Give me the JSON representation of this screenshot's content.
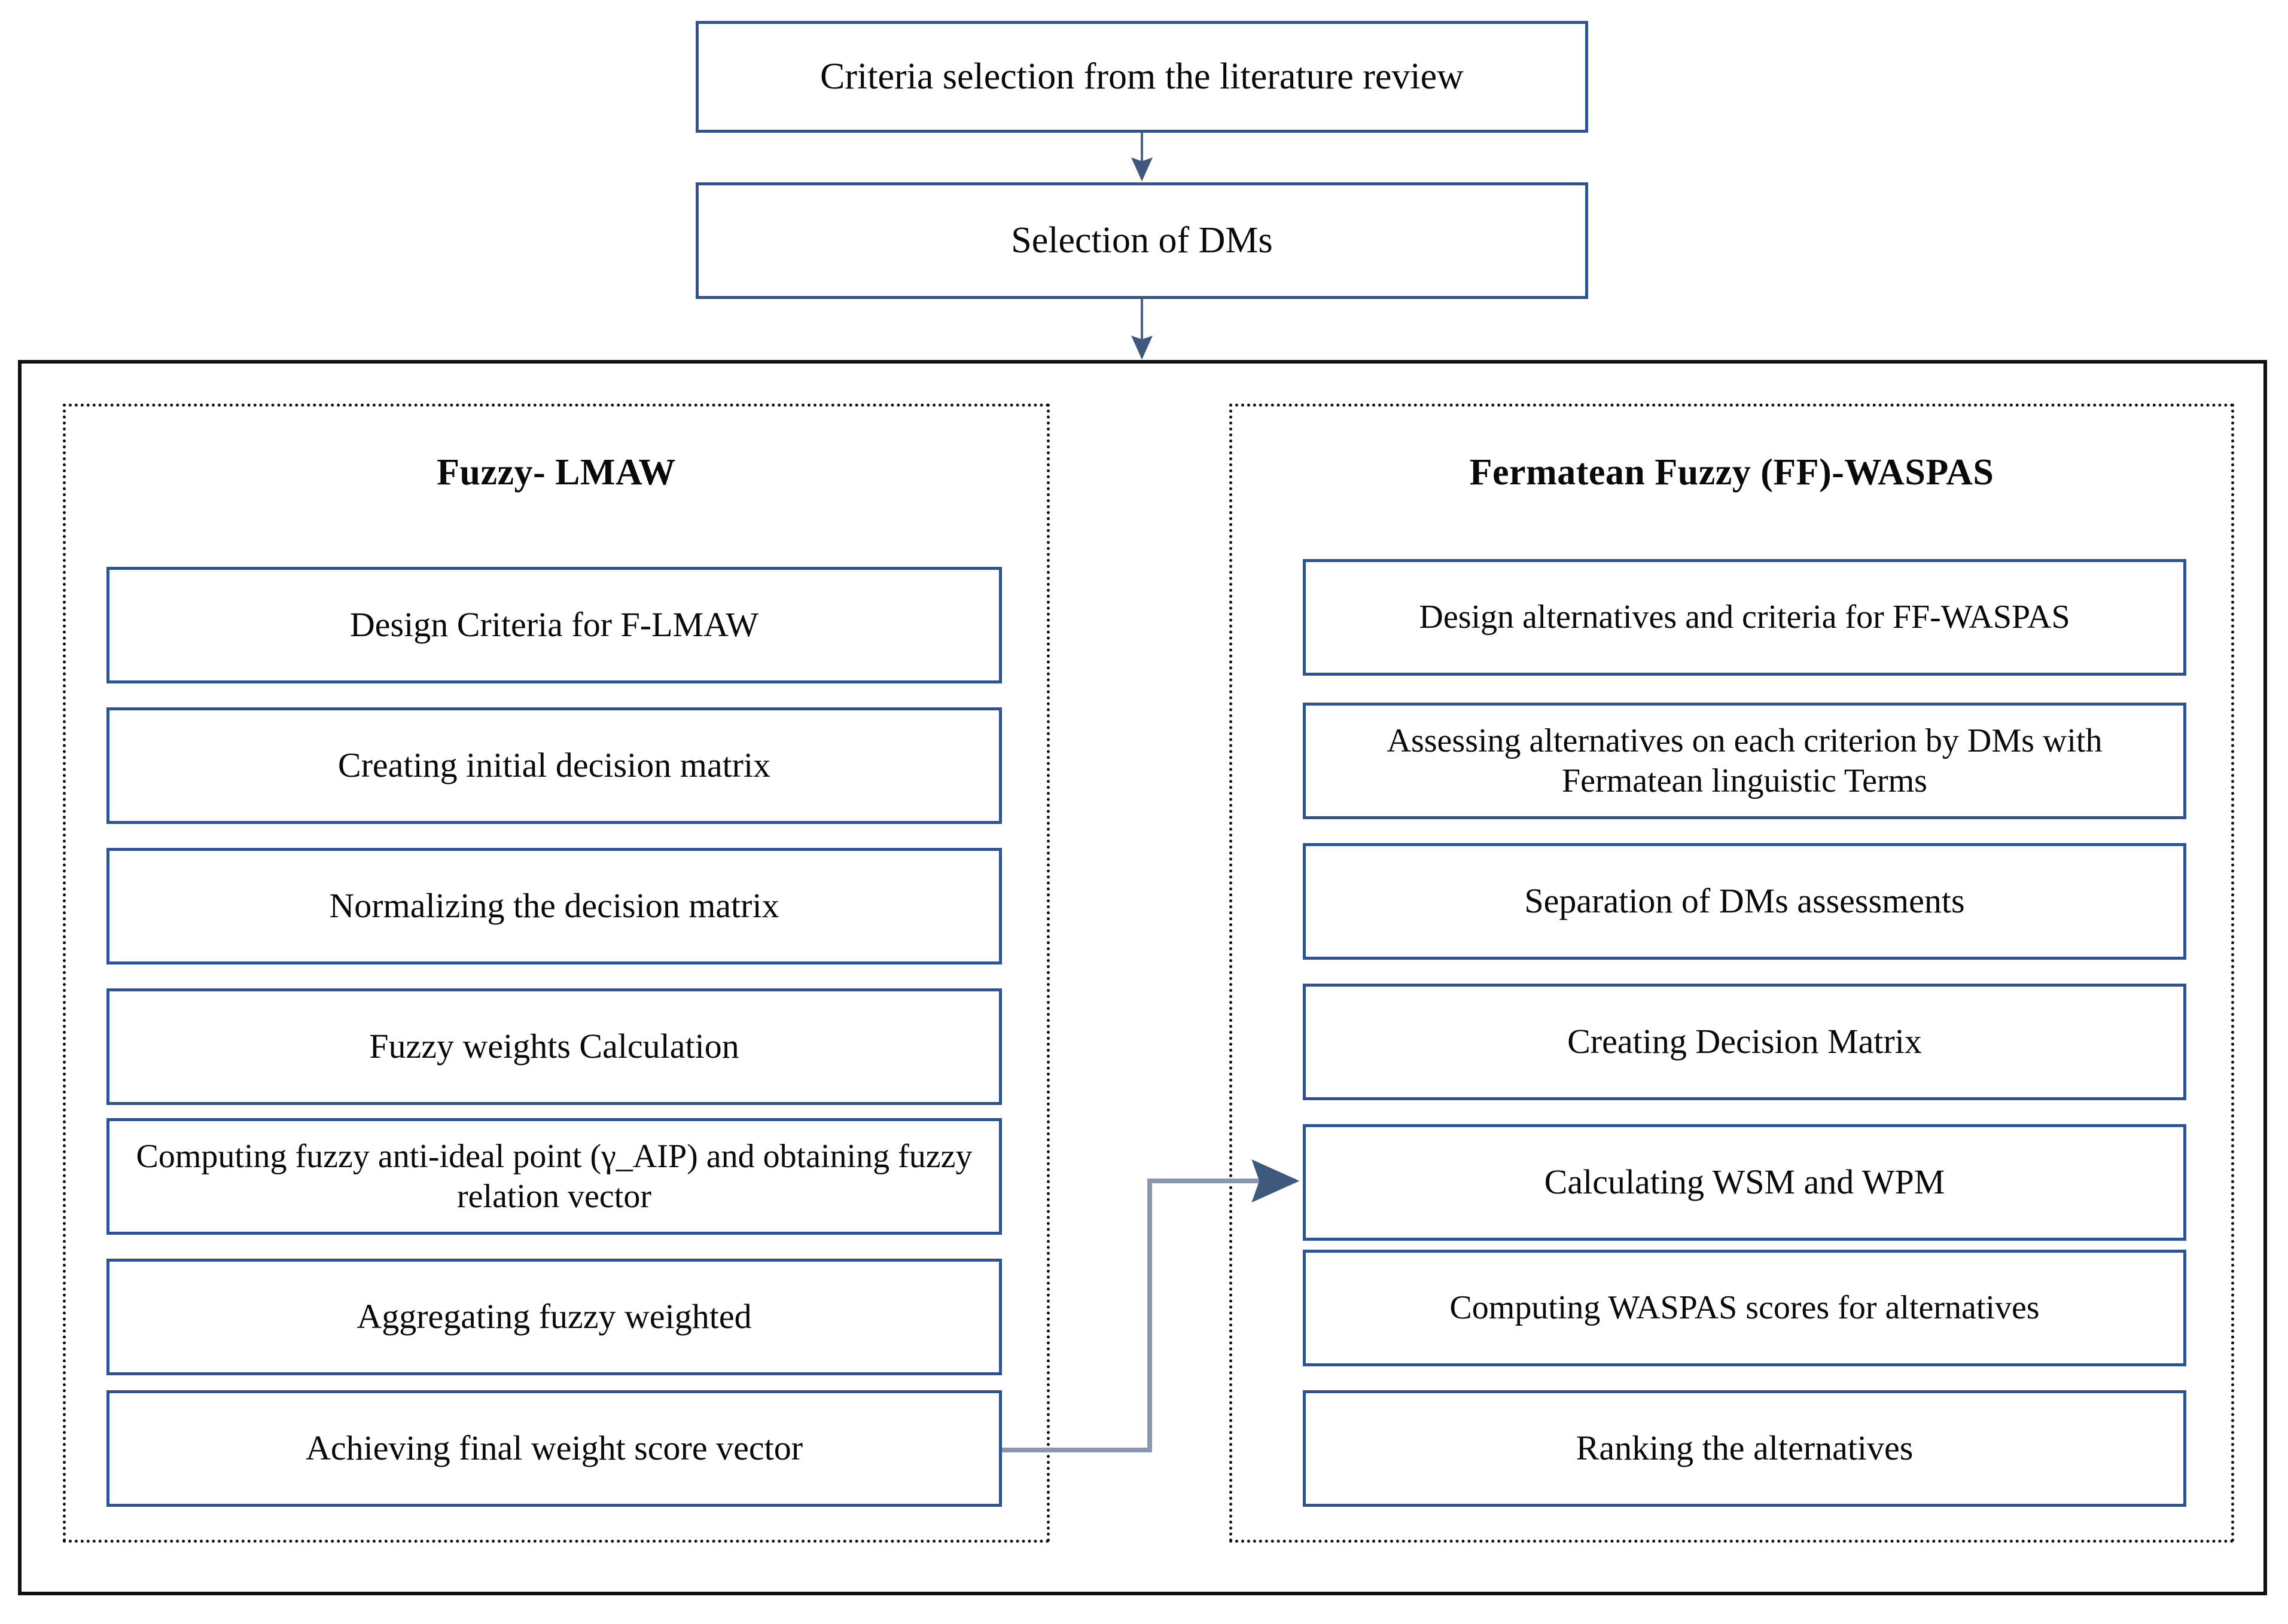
{
  "diagram": {
    "title_boxes": [
      {
        "label": "Criteria selection from the literature review"
      },
      {
        "label": "Selection of DMs"
      }
    ],
    "panels": [
      {
        "id": "fuzzy-lmaw",
        "title": "Fuzzy- LMAW",
        "steps": [
          {
            "label": "Design Criteria for F-LMAW"
          },
          {
            "label": "Creating initial decision matrix"
          },
          {
            "label": "Normalizing the decision matrix"
          },
          {
            "label": "Fuzzy weights Calculation"
          },
          {
            "label": "Computing fuzzy anti-ideal point (γ_AIP) and obtaining fuzzy relation vector"
          },
          {
            "label": "Aggregating fuzzy weighted"
          },
          {
            "label": "Achieving  final weight score vector"
          }
        ]
      },
      {
        "id": "ff-waspas",
        "title": "Fermatean Fuzzy (FF)-WASPAS",
        "steps": [
          {
            "label": "Design alternatives and criteria  for FF-WASPAS"
          },
          {
            "label": "Assessing alternatives on each criterion by DMs with Fermatean linguistic Terms"
          },
          {
            "label": "Separation of DMs assessments"
          },
          {
            "label": "Creating Decision Matrix"
          },
          {
            "label": "Calculating WSM and WPM"
          },
          {
            "label": "Computing WASPAS scores for alternatives"
          },
          {
            "label": "Ranking the alternatives"
          }
        ]
      }
    ],
    "connectors": [
      {
        "name": "criteria-to-dms",
        "type": "arrow-down"
      },
      {
        "name": "dms-to-framework",
        "type": "arrow-down"
      },
      {
        "name": "weight-vector-to-wsm-wpm",
        "type": "arrow-elbow-right"
      }
    ],
    "colors": {
      "box_border": "#2E5395",
      "frame_border": "#111111",
      "connector": "#8A98AD",
      "arrow_fill": "#3F587D",
      "text": "#0a0a0a",
      "background": "#ffffff"
    }
  }
}
